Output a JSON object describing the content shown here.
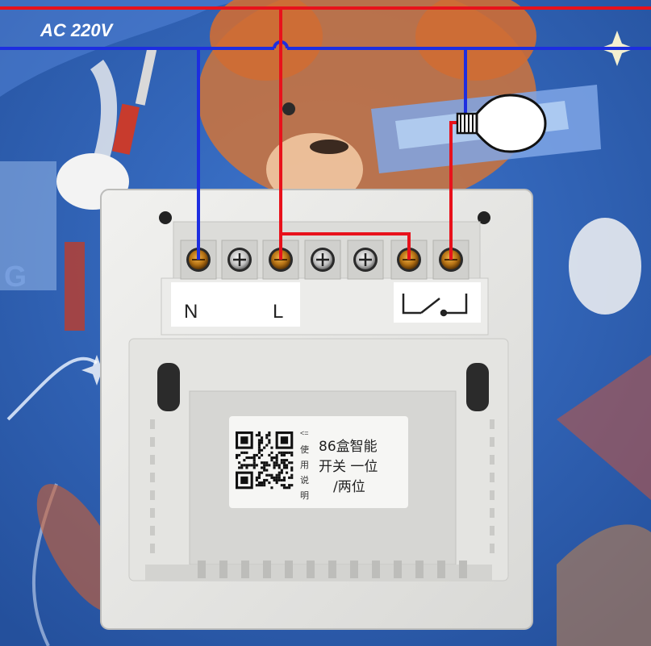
{
  "supply_label": "AC 220V",
  "terminal_labels": {
    "neutral": "N",
    "live": "L"
  },
  "manual_pointer": "<=",
  "manual_vertical": [
    "使",
    "用",
    "说",
    "明"
  ],
  "product_text": [
    "86盒智能",
    "开关 一位",
    "/两位"
  ],
  "colors": {
    "live_wire": "#e8111b",
    "neutral_wire": "#1d2ee0",
    "panel": "#e9e9e7",
    "label_card": "#f4f4f2",
    "brass": "#b57214"
  },
  "icons": [
    "light-bulb-icon",
    "switch-symbol-icon",
    "qr-code-icon",
    "screw-terminal-icon"
  ]
}
